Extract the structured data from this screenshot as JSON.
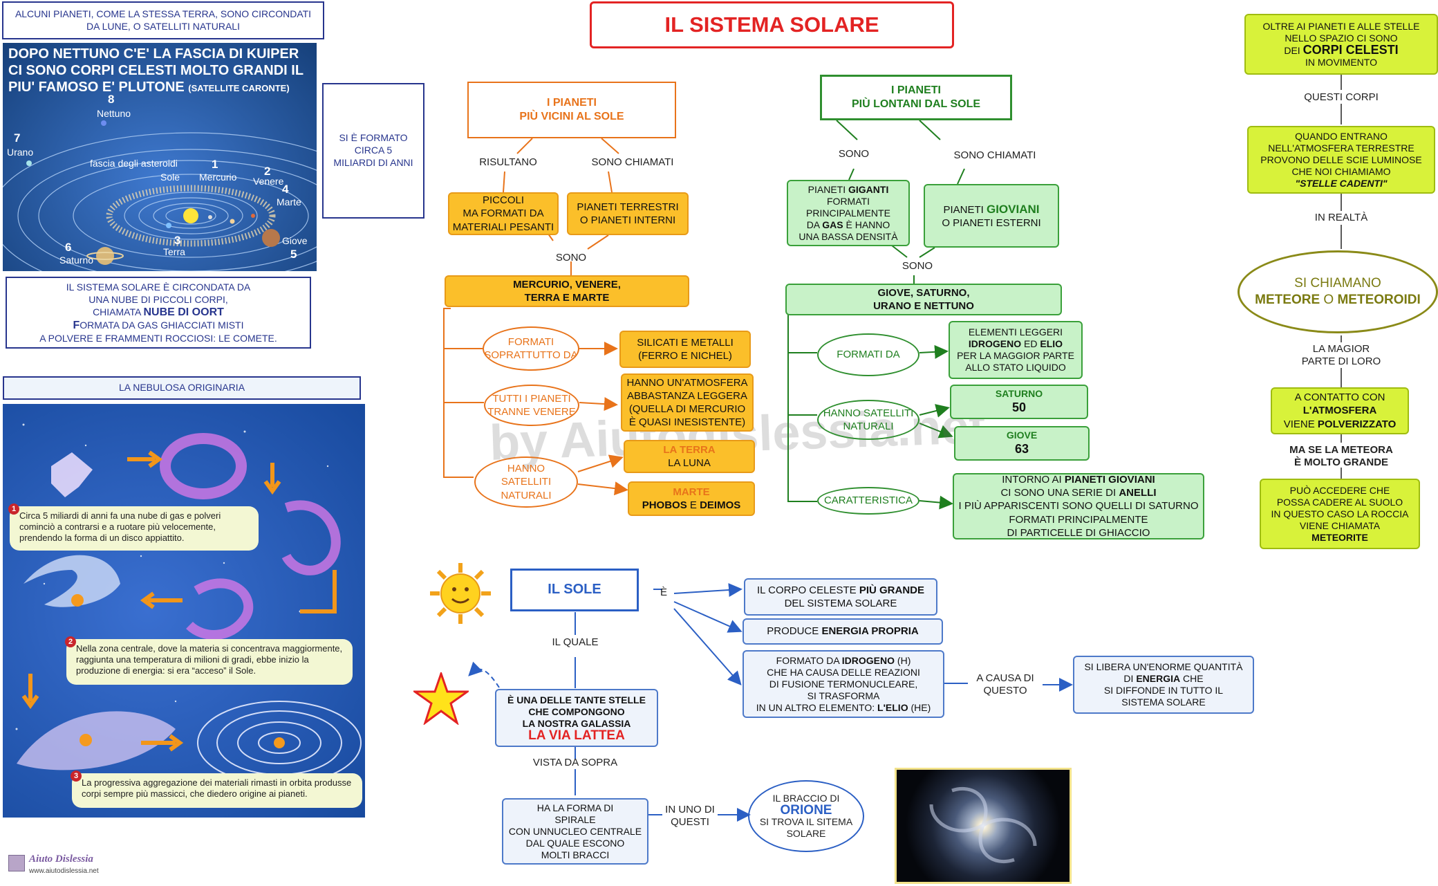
{
  "title": "IL SISTEMA SOLARE",
  "watermark": "by Aiutodislessia.net",
  "left": {
    "moons_note": "ALCUNI PIANETI, COME LA STESSA TERRA, SONO CIRCONDATI\nDA LUNE, O SATELLITI NATURALI",
    "kuiper_line1": "DOPO  NETTUNO C'E' LA FASCIA DI KUIPER",
    "kuiper_line2": "CI SONO CORPI CELESTI MOLTO GRANDI IL",
    "kuiper_line3": "PIU' FAMOSO E' PLUTONE",
    "kuiper_sub": "(SATELLITE CARONTE)",
    "formed_note": "SI È FORMATO\nCIRCA 5\nMILIARDI DI ANNI",
    "oort_line1": "IL SISTEMA SOLARE È CIRCONDATA DA",
    "oort_line2": "UNA NUBE DI PICCOLI CORPI,",
    "oort_line3a": "CHIAMATA ",
    "oort_line3b": "NUBE DI OORT",
    "oort_line4a": "F",
    "oort_line4b": "ORMATA DA GAS GHIACCIATI MISTI",
    "oort_line5": "A POLVERE E FRAMMENTI ROCCIOSI: LE COMETE.",
    "nebula_title": "LA NEBULOSA ORIGINARIA",
    "steps": [
      {
        "n": "1",
        "text": "Circa 5 miliardi di anni fa una nube di gas e polveri cominciò a contrarsi e a ruotare più velocemente, prendendo la forma di un disco appiattito."
      },
      {
        "n": "2",
        "text": "Nella zona centrale, dove la materia si concentrava maggiormente, raggiunta una temperatura di milioni di gradi, ebbe inizio la produzione di energia: si era “acceso” il Sole."
      },
      {
        "n": "3",
        "text": "La progressiva aggregazione dei materiali rimasti in orbita produsse corpi sempre più massicci, che diedero origine ai pianeti."
      }
    ],
    "diagram_labels": {
      "asteroids": "fascia degli asteroidi",
      "sun": "Sole",
      "mercury": "Mercurio",
      "venus": "Venere",
      "mars": "Marte",
      "earth": "Terra",
      "jupiter": "Giove",
      "saturn": "Saturno",
      "uranus": "Urano",
      "neptune": "Nettuno",
      "n1": "1",
      "n2": "2",
      "n3": "3",
      "n4": "4",
      "n5": "5",
      "n6": "6",
      "n7": "7",
      "n8": "8"
    },
    "logo_text": "Aiuto Dislessia",
    "logo_url": "www.aiutodislessia.net"
  },
  "inner": {
    "title": "I PIANETI\nPIÙ VICINI AL SOLE",
    "l_risultano": "RISULTANO",
    "l_sono_chiamati": "SONO CHIAMATI",
    "piccoli": "PICCOLI\nMA FORMATI DA\nMATERIALI PESANTI",
    "terrestri": "PIANETI  TERRESTRI\nO  PIANETI  INTERNI",
    "l_sono": "SONO",
    "list": "MERCURIO, VENERE,\nTERRA  E  MARTE",
    "e1": "FORMATI\nSOPRATTUTTO DA",
    "r1": "SILICATI E METALLI\n(FERRO E NICHEL)",
    "e2": "TUTTI I PIANETI\nTRANNE VENERE",
    "r2": "HANNO UN'ATMOSFERA\nABBASTANZA LEGGERA\n(QUELLA DI MERCURIO\nÈ QUASI INESISTENTE)",
    "e3": "HANNO\nSATELLITI NATURALI",
    "r3a_label": "LA TERRA",
    "r3a_moon": "LA LUNA",
    "r3b_label": "MARTE",
    "r3b_moons": "PHOBOS",
    "r3b_and": "E",
    "r3b_moons2": "DEIMOS"
  },
  "outer": {
    "title": "I PIANETI\nPIÙ LONTANI DAL SOLE",
    "l_sono": "SONO",
    "l_sono_chiamati": "SONO CHIAMATI",
    "giganti_a": "PIANETI ",
    "giganti_b": "GIGANTI",
    "giganti_c": "FORMATI\nPRINCIPALMENTE\nDA ",
    "giganti_d": "GAS",
    "giganti_e": " È HANNO\nUNA  BASSA  DENSITÀ",
    "gioviani_a": "PIANETI ",
    "gioviani_b": "GIOVIANI",
    "gioviani_c": "O PIANETI ESTERNI",
    "l_sono2": "SONO",
    "list": "GIOVE,  SATURNO,\nURANO E NETTUNO",
    "e1": "FORMATI  DA",
    "r1a": "ELEMENTI LEGGERI",
    "r1b": "IDROGENO",
    "r1c": " ED ",
    "r1d": "ELIO",
    "r1e": "PER LA MAGGIOR PARTE\nALLO STATO LIQUIDO",
    "e2": "HANNO SATELLITI\nNATURALI",
    "sat_label": "SATURNO",
    "sat_count": "50",
    "jup_label": "GIOVE",
    "jup_count": "63",
    "e3": "CARATTERISTICA",
    "r3a": "INTORNO AI ",
    "r3b": "PIANETI GIOVIANI",
    "r3c": "CI SONO UNA SERIE DI ",
    "r3d": "ANELLI",
    "r3e": "I PIÙ APPARISCENTI SONO QUELLI DI SATURNO\nFORMATI PRINCIPALMENTE\nDI PARTICELLE DI GHIACCIO"
  },
  "sun": {
    "title": "IL SOLE",
    "l_e": "È",
    "l_il_quale": "IL QUALE",
    "p1a": "IL CORPO CELESTE ",
    "p1b": "PIÙ GRANDE",
    "p1c": "DEL SISTEMA SOLARE",
    "p2a": "PRODUCE ",
    "p2b": "ENERGIA PROPRIA",
    "p3a": "FORMATO DA ",
    "p3b": "IDROGENO",
    "p3c": " (H)\nCHE HA CAUSA DELLE REAZIONI\nDI FUSIONE TERMONUCLEARE,\nSI TRASFORMA\nIN UN ALTRO ELEMENTO: ",
    "p3d": "L'ELIO",
    "p3e": " (HE)",
    "l_causa": "A CAUSA DI\nQUESTO",
    "energy_a": "SI LIBERA UN'ENORME  QUANTITÀ\nDI  ",
    "energy_b": "ENERGIA",
    "energy_c": "  CHE\nSI DIFFONDE IN TUTTO IL\nSISTEMA SOLARE",
    "star_a": "È UNA DELLE TANTE STELLE\nCHE COMPONGONO\nLA NOSTRA GALASSIA",
    "star_b": "LA VIA LATTEA",
    "l_vista": "VISTA DA SOPRA",
    "spiral": "HA LA FORMA DI\nSPIRALE\nCON UNNUCLEO CENTRALE\nDAL QUALE ESCONO\nMOLTI BRACCI",
    "l_uno": "IN UNO DI\nQUESTI",
    "orione_a": "IL BRACCIO DI",
    "orione_b": "ORIONE",
    "orione_c": "SI TROVA IL SITEMA\nSOLARE"
  },
  "right": {
    "n1a": "OLTRE AI PIANETI E ALLE STELLE\nNELLO SPAZIO CI SONO\nDEI ",
    "n1b": "CORPI CELESTI",
    "n1c": "IN MOVIMENTO",
    "l1": "QUESTI CORPI",
    "n2a": "QUANDO ENTRANO\nNELL'ATMOSFERA TERRESTRE\nPROVONO DELLE SCIE LUMINOSE\nCHE NOI CHIAMIAMO",
    "n2b": "\"STELLE CADENTI\"",
    "l2": "IN REALTÀ",
    "n3a": "SI CHIAMANO",
    "n3b": "METEORE",
    "n3c": " O ",
    "n3d": "METEOROIDI",
    "l3": "LA MAGIOR\nPARTE DI LORO",
    "n4a": "A CONTATTO CON\n",
    "n4b": "L'ATMOSFERA",
    "n4c": "VIENE ",
    "n4d": "POLVERIZZATO",
    "l4": "MA SE LA METEORA\nÈ MOLTO GRANDE",
    "n5a": "PUÒ ACCEDERE CHE\nPOSSA CADERE AL SUOLO\nIN QUESTO CASO LA ROCCIA\nVIENE CHIAMATA",
    "n5b": "METEORITE"
  }
}
